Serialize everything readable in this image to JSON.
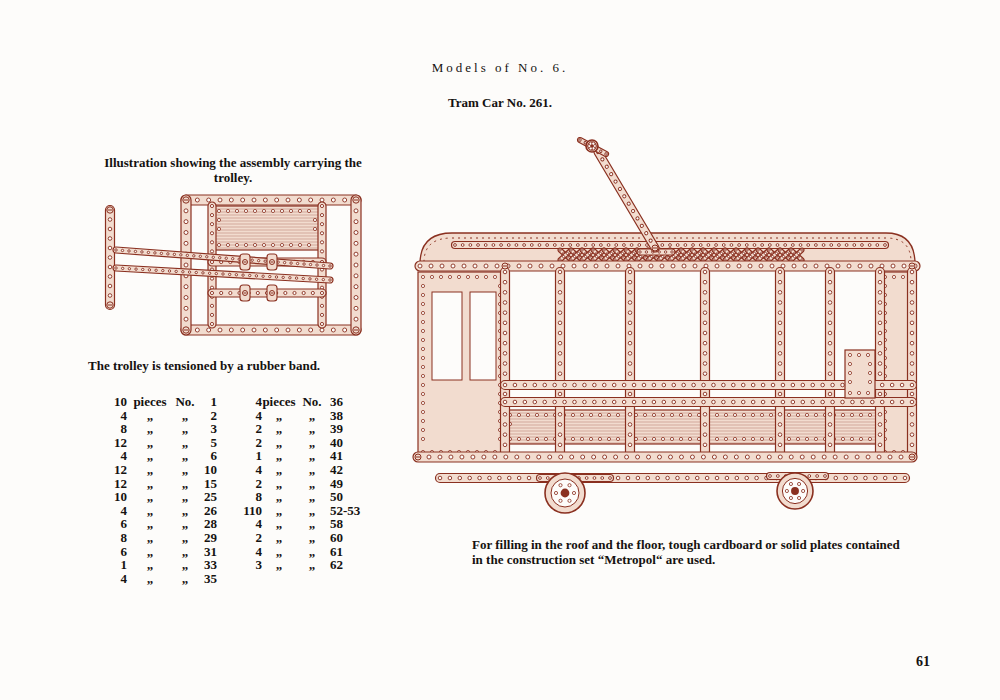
{
  "diagram": {
    "title": "Models of No. 6.",
    "caption": "For filling in the roof and the floor, tough cardboard or solid plates contained in the construction set “Metropol“ are used.",
    "labels": [
      "Tram Car No. 261.",
      "Illustration showing the assembly carrying the trolley.",
      "The trolley is tensioned by a rubber band.",
      "10",
      "pieces",
      "No.",
      "1",
      "4",
      "„",
      "„",
      "2",
      "8",
      "„",
      "„",
      "3",
      "12",
      "„",
      "„",
      "5",
      "4",
      "„",
      "„",
      "6",
      "12",
      "„",
      "„",
      "10",
      "12",
      "„",
      "„",
      "15",
      "10",
      "„",
      "„",
      "25",
      "4",
      "„",
      "„",
      "26",
      "6",
      "„",
      "„",
      "28",
      "8",
      "„",
      "„",
      "29",
      "6",
      "„",
      "„",
      "31",
      "1",
      "„",
      "„",
      "33",
      "4",
      "„",
      "„",
      "35",
      "4",
      "pieces",
      "No.",
      "36",
      "4",
      "„",
      "„",
      "38",
      "2",
      "„",
      "„",
      "39",
      "2",
      "„",
      "„",
      "40",
      "1",
      "„",
      "„",
      "41",
      "4",
      "„",
      "„",
      "42",
      "2",
      "„",
      "„",
      "49",
      "8",
      "„",
      "„",
      "50",
      "110",
      "„",
      "„",
      "52-53",
      "4",
      "„",
      "„",
      "58",
      "2",
      "„",
      "„",
      "60",
      "4",
      "„",
      "„",
      "61",
      "3",
      "„",
      "„",
      "62",
      "61"
    ]
  }
}
